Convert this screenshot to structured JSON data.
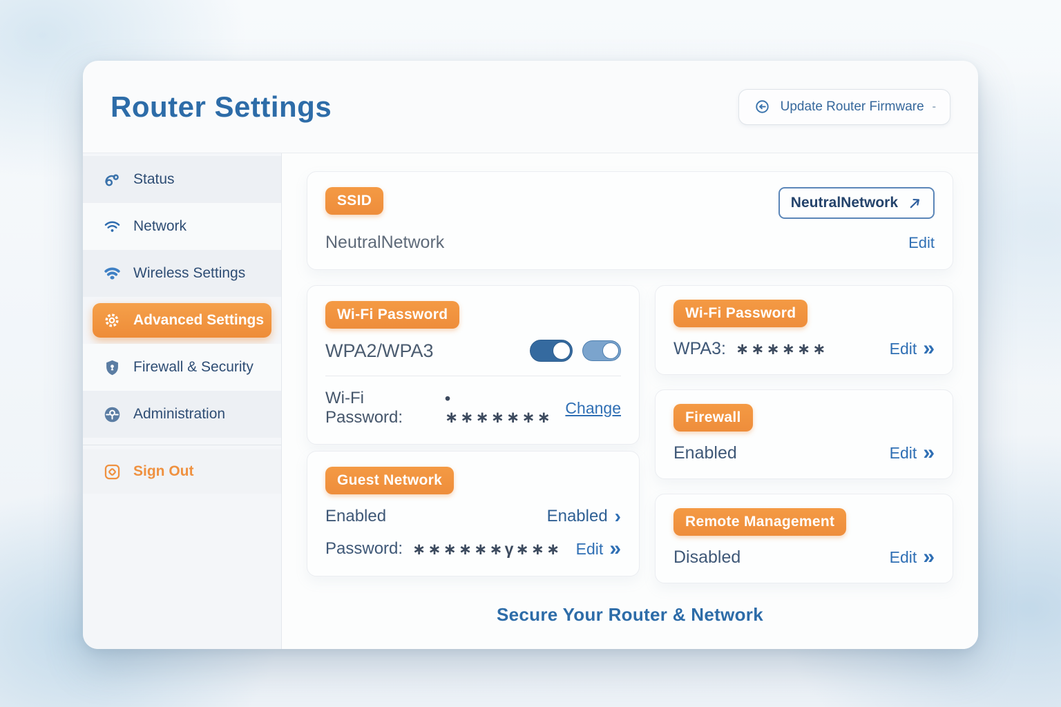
{
  "window": {
    "title": "Router Settings",
    "firmware_button": {
      "label": "Update Router Firmware",
      "dropdown_mark": "-",
      "icon": "refresh-circle-icon"
    }
  },
  "sidebar": {
    "items": [
      {
        "label": "Status",
        "icon": "status-icon",
        "active": false
      },
      {
        "label": "Network",
        "icon": "wifi-outline-icon",
        "active": false
      },
      {
        "label": "Wireless Settings",
        "icon": "wifi-filled-icon",
        "active": false
      },
      {
        "label": "Advanced Settings",
        "icon": "gear-icon",
        "active": true
      },
      {
        "label": "Firewall & Security",
        "icon": "shield-icon",
        "active": false
      },
      {
        "label": "Administration",
        "icon": "admin-icon",
        "active": false
      }
    ],
    "sign_out": {
      "label": "Sign Out",
      "icon": "sign-out-icon"
    }
  },
  "content": {
    "ssid_card": {
      "badge": "SSID",
      "input_value": "NeutralNetwork",
      "value": "NeutralNetwork",
      "edit_label": "Edit",
      "input_icon": "arrow-up-right-icon"
    },
    "wifi_password_card": {
      "badge": "Wi-Fi Password",
      "security_mode": "WPA2/WPA3",
      "toggles": [
        {
          "name": "wpa2-toggle",
          "state": "on"
        },
        {
          "name": "wpa3-toggle",
          "state": "on"
        }
      ],
      "password_label": "Wi-Fi Password:",
      "password_mask": "• ∗∗∗∗∗∗∗",
      "change_label": "Change"
    },
    "guest_network_card": {
      "badge": "Guest Network",
      "status_label": "Enabled",
      "status_value": "Enabled",
      "password_label": "Password:",
      "password_mask": "∗∗∗∗∗∗γ∗∗∗",
      "edit_label": "Edit"
    },
    "wifi_password_summary_card": {
      "badge": "Wi-Fi Password",
      "security_label": "WPA3:",
      "password_mask": "∗∗∗∗∗∗",
      "edit_label": "Edit"
    },
    "firewall_card": {
      "badge": "Firewall",
      "status": "Enabled",
      "edit_label": "Edit"
    },
    "remote_management_card": {
      "badge": "Remote Management",
      "status": "Disabled",
      "edit_label": "Edit"
    },
    "footer_text": "Secure Your Router & Network"
  },
  "icons": {
    "chevron_single": "›",
    "chevron_double": "»"
  },
  "colors": {
    "accent_orange": "#f0913f",
    "heading_blue": "#2d6ca8",
    "link_blue": "#2f6fb4",
    "toggle_dark": "#356a9f",
    "toggle_light": "#7ba4cd",
    "sidebar_text": "#2e4d74"
  }
}
